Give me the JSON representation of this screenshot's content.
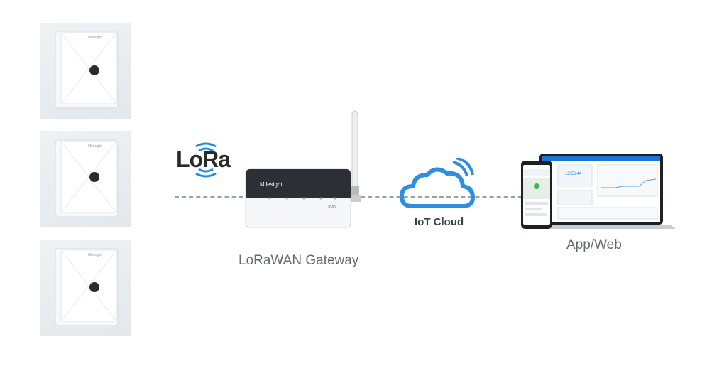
{
  "diagram": {
    "lora_logo_text": "LoRa",
    "gateway": {
      "label": "LoRaWAN Gateway",
      "brand": "Milesight",
      "model": "UG65"
    },
    "cloud": {
      "label": "IoT Cloud"
    },
    "app": {
      "label": "App/Web",
      "dashboard_time": "13:56:44"
    },
    "sensors": {
      "brand": "Milesight",
      "count": 3
    }
  },
  "colors": {
    "cloud_blue": "#2f8ee0",
    "lora_wave_blue": "#1f8fe0",
    "line_gray": "#9aa1a8",
    "label_gray": "#666b70"
  }
}
